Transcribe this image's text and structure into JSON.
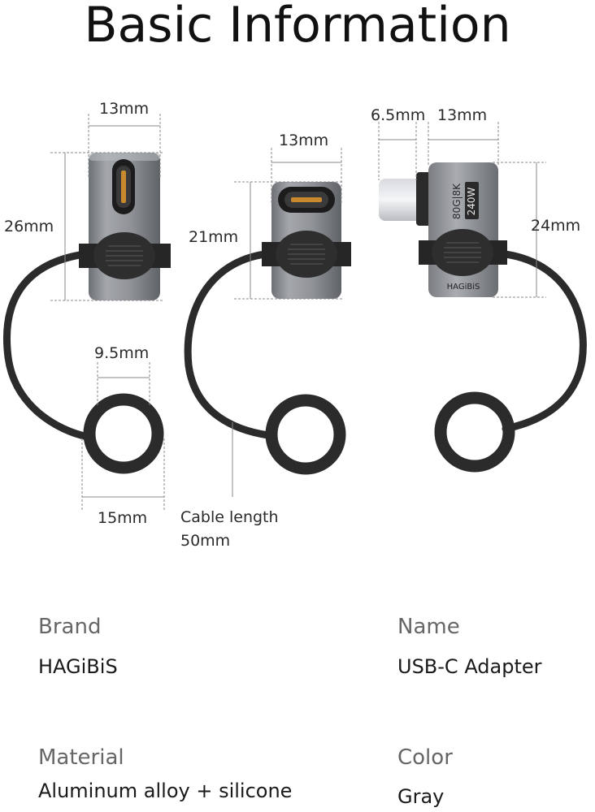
{
  "title": "Basic Information",
  "dimensions": {
    "a_width": "13mm",
    "a_height": "26mm",
    "a_ring_inner": "9.5mm",
    "a_ring_outer": "15mm",
    "b_width": "13mm",
    "b_height": "21mm",
    "c_plug": "6.5mm",
    "c_width": "13mm",
    "c_height": "24mm",
    "cable_length_line1": "Cable length",
    "cable_length_line2": "50mm"
  },
  "adapter_print": {
    "spec_line": "80G|8K",
    "power_line": "240W",
    "brand_mark": "HAGiBiS"
  },
  "specs": {
    "brand_label": "Brand",
    "brand_value": "HAGiBiS",
    "name_label": "Name",
    "name_value": "USB-C Adapter",
    "material_label": "Material",
    "material_value": "Aluminum alloy + silicone",
    "color_label": "Color",
    "color_value": "Gray"
  },
  "colors": {
    "body_metal": "#8e9196",
    "cable": "#2b2b2b",
    "dimension_line": "#888888"
  }
}
